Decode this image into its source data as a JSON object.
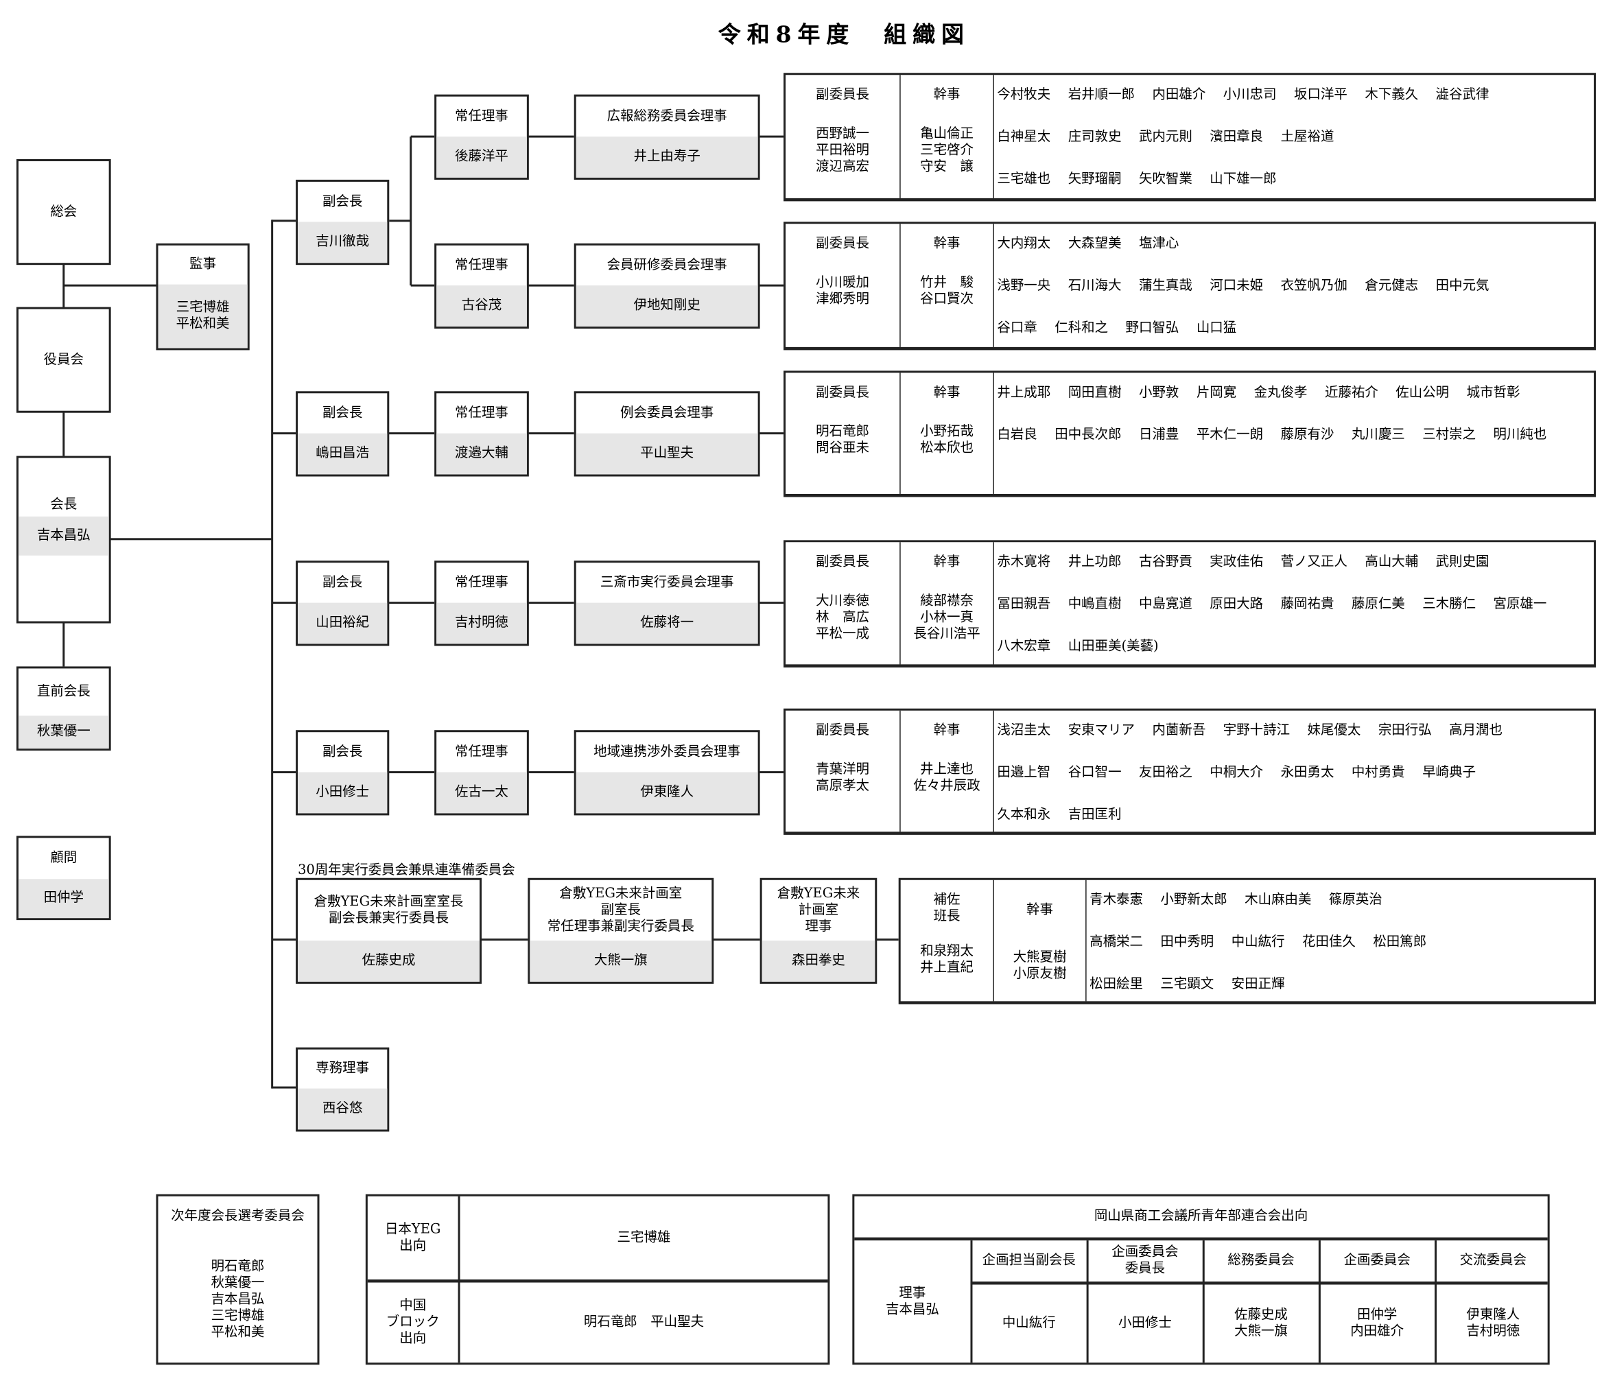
{
  "title": "令和8年度　組織図",
  "left": {
    "general_assembly": "総会",
    "board": "役員会",
    "president": {
      "label": "会長",
      "name": "吉本昌弘"
    },
    "past_president": {
      "label": "直前会長",
      "name": "秋葉優一"
    },
    "advisor": {
      "label": "顧問",
      "name": "田仲学"
    },
    "auditor": {
      "label": "監事",
      "names": [
        "三宅博雄",
        "平松和美"
      ]
    }
  },
  "vice_presidents": [
    {
      "label": "副会長",
      "name": "吉川徹哉"
    },
    {
      "label": "副会長",
      "name": "嶋田昌浩"
    },
    {
      "label": "副会長",
      "name": "山田裕紀"
    },
    {
      "label": "副会長",
      "name": "小田修士"
    }
  ],
  "committees": [
    {
      "director_label": "常任理事",
      "director": "後藤洋平",
      "committee": "広報総務委員会理事",
      "chair": "井上由寿子",
      "vice_label": "副委員長",
      "vice": [
        "西野誠一",
        "平田裕明",
        "渡辺高宏"
      ],
      "sec_label": "幹事",
      "sec": [
        "亀山倫正",
        "三宅啓介",
        "守安　譲"
      ],
      "members": [
        [
          "今村牧夫",
          "岩井順一郎",
          "内田雄介",
          "小川忠司",
          "坂口洋平",
          "木下義久",
          "澁谷武律"
        ],
        [
          "白神星太",
          "庄司敦史",
          "武内元則",
          "濱田章良",
          "土屋裕道"
        ],
        [
          "三宅雄也",
          "矢野瑠嗣",
          "矢吹智業",
          "山下雄一郎"
        ]
      ]
    },
    {
      "director_label": "常任理事",
      "director": "古谷茂",
      "committee": "会員研修委員会理事",
      "chair": "伊地知剛史",
      "vice_label": "副委員長",
      "vice": [
        "小川暖加",
        "津郷秀明"
      ],
      "sec_label": "幹事",
      "sec": [
        "竹井　駿",
        "谷口賢次"
      ],
      "members": [
        [
          "大内翔太",
          "大森望美",
          "塩津心"
        ],
        [
          "浅野一央",
          "石川海大",
          "蒲生真哉",
          "河口未姫",
          "衣笠帆乃伽",
          "倉元健志",
          "田中元気"
        ],
        [
          "谷口章",
          "仁科和之",
          "野口智弘",
          "山口猛"
        ]
      ]
    },
    {
      "director_label": "常任理事",
      "director": "渡邉大輔",
      "committee": "例会委員会理事",
      "chair": "平山聖夫",
      "vice_label": "副委員長",
      "vice": [
        "明石竜郎",
        "問谷亜未"
      ],
      "sec_label": "幹事",
      "sec": [
        "小野拓哉",
        "松本欣也"
      ],
      "members": [
        [
          "井上成耶",
          "岡田直樹",
          "小野敦",
          "片岡寛",
          "金丸俊孝",
          "近藤祐介",
          "佐山公明",
          "城市哲彰"
        ],
        [
          "白岩良",
          "田中長次郎",
          "日浦豊",
          "平木仁一朗",
          "藤原有沙",
          "丸川慶三",
          "三村崇之",
          "明川純也"
        ]
      ]
    },
    {
      "director_label": "常任理事",
      "director": "吉村明徳",
      "committee": "三斎市実行委員会理事",
      "chair": "佐藤将一",
      "vice_label": "副委員長",
      "vice": [
        "大川泰徳",
        "林　高広",
        "平松一成"
      ],
      "sec_label": "幹事",
      "sec": [
        "綾部襟奈",
        "小林一真",
        "長谷川浩平"
      ],
      "members": [
        [
          "赤木寛将",
          "井上功郎",
          "古谷野貢",
          "実政佳佑",
          "菅ノ又正人",
          "高山大輔",
          "武則史園"
        ],
        [
          "冨田親吾",
          "中嶋直樹",
          "中島寛道",
          "原田大路",
          "藤岡祐貴",
          "藤原仁美",
          "三木勝仁",
          "宮原雄一"
        ],
        [
          "八木宏章",
          "山田亜美(美藝)"
        ]
      ]
    },
    {
      "director_label": "常任理事",
      "director": "佐古一太",
      "committee": "地域連携渉外委員会理事",
      "chair": "伊東隆人",
      "vice_label": "副委員長",
      "vice": [
        "青葉洋明",
        "高原孝太"
      ],
      "sec_label": "幹事",
      "sec": [
        "井上達也",
        "佐々井辰政"
      ],
      "members": [
        [
          "浅沼圭太",
          "安東マリア",
          "内薗新吾",
          "宇野十詩江",
          "妹尾優太",
          "宗田行弘",
          "高月潤也"
        ],
        [
          "田邉上智",
          "谷口智一",
          "友田裕之",
          "中桐大介",
          "永田勇太",
          "中村勇貴",
          "早崎典子"
        ],
        [
          "久本和永",
          "吉田匡利"
        ]
      ]
    }
  ],
  "anniversary": {
    "heading": "30周年実行委員会兼県連準備委員会",
    "boxes": [
      {
        "label": [
          "倉敷YEG未来計画室室長",
          "副会長兼実行委員長"
        ],
        "name": "佐藤史成"
      },
      {
        "label": [
          "倉敷YEG未来計画室",
          "副室長",
          "常任理事兼副実行委員長"
        ],
        "name": "大熊一旗"
      },
      {
        "label": [
          "倉敷YEG未来",
          "計画室",
          "理事"
        ],
        "name": "森田拳史"
      }
    ],
    "vice_label": [
      "補佐",
      "班長"
    ],
    "vice": [
      "和泉翔太",
      "井上直紀"
    ],
    "sec_label": "幹事",
    "sec": [
      "大熊夏樹",
      "小原友樹"
    ],
    "members": [
      [
        "青木泰憲",
        "小野新太郎",
        "木山麻由美",
        "篠原英治"
      ],
      [
        "高橋栄二",
        "田中秀明",
        "中山紘行",
        "花田佳久",
        "松田篤郎"
      ],
      [
        "松田絵里",
        "三宅顕文",
        "安田正輝"
      ]
    ]
  },
  "executive_director": {
    "label": "専務理事",
    "name": "西谷悠"
  },
  "nomination": {
    "title": "次年度会長選考委員会",
    "names": [
      "明石竜郎",
      "秋葉優一",
      "吉本昌弘",
      "三宅博雄",
      "平松和美"
    ]
  },
  "secondment": {
    "rows": [
      {
        "label": [
          "日本YEG",
          "出向"
        ],
        "names": "三宅博雄"
      },
      {
        "label": [
          "中国",
          "ブロック",
          "出向"
        ],
        "names": "明石竜郎　平山聖夫"
      }
    ]
  },
  "prefecture": {
    "title": "岡山県商工会議所青年部連合会出向",
    "director": [
      "理事",
      "吉本昌弘"
    ],
    "columns": [
      {
        "header": [
          "企画担当副会長"
        ],
        "names": [
          "中山紘行"
        ]
      },
      {
        "header": [
          "企画委員会",
          "委員長"
        ],
        "names": [
          "小田修士"
        ]
      },
      {
        "header": [
          "総務委員会"
        ],
        "names": [
          "佐藤史成",
          "大熊一旗"
        ]
      },
      {
        "header": [
          "企画委員会"
        ],
        "names": [
          "田仲学",
          "内田雄介"
        ]
      },
      {
        "header": [
          "交流委員会"
        ],
        "names": [
          "伊東隆人",
          "吉村明徳"
        ]
      }
    ]
  }
}
